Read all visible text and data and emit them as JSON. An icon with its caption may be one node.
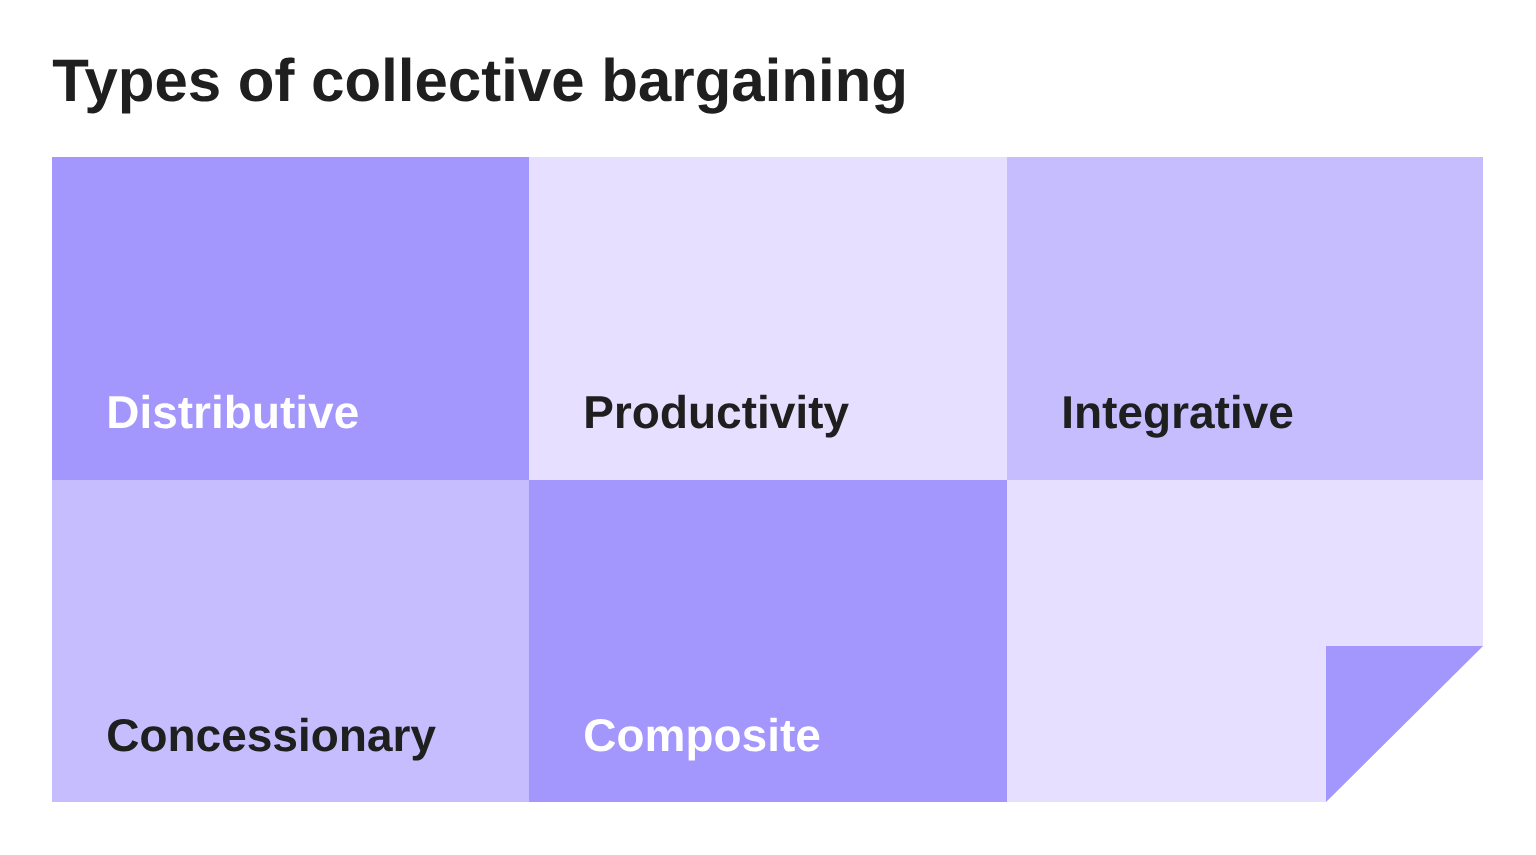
{
  "diagram": {
    "title": "Types of collective bargaining",
    "nodes": [
      {
        "text": [
          "Distributive"
        ]
      },
      {
        "text": [
          "Productivity"
        ]
      },
      {
        "text": [
          "Integrative"
        ]
      },
      {
        "text": [
          "Concessionary"
        ]
      },
      {
        "text": [
          "Composite"
        ]
      },
      {
        "text": [],
        "shape": "box"
      }
    ]
  }
}
